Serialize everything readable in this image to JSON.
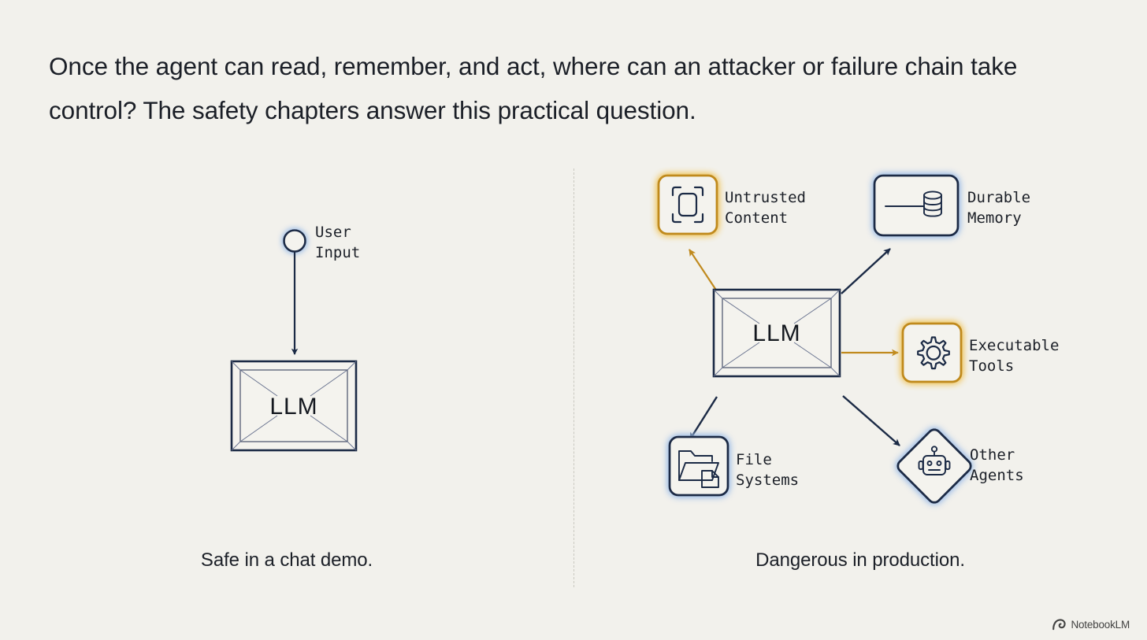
{
  "heading": {
    "text": "Once the agent can read, remember, and act, where can an attacker or failure chain take control? The safety chapters answer this practical question."
  },
  "colors": {
    "background": "#f2f1ec",
    "ink": "#1b2a45",
    "ink_text": "#1b1f27",
    "amber": "#c08a1e",
    "amber_glow": "#f0c45a",
    "blue_glow": "#9dbde8",
    "divider": "#c9c8c0"
  },
  "left_panel": {
    "name": "safe-chat-demo-diagram",
    "caption": "Safe in a chat demo.",
    "nodes": [
      {
        "id": "user-input",
        "label_line1": "User",
        "label_line2": "Input",
        "shape": "circle",
        "accent": "#1b2a45"
      },
      {
        "id": "llm",
        "label": "LLM",
        "shape": "frame-box",
        "accent": "#1b2a45"
      }
    ],
    "edges": [
      {
        "from": "user-input",
        "to": "llm",
        "color": "#1b2a45"
      }
    ]
  },
  "right_panel": {
    "name": "dangerous-production-diagram",
    "caption": "Dangerous in production.",
    "center": {
      "id": "llm",
      "label": "LLM",
      "shape": "frame-box",
      "accent": "#1b2a45"
    },
    "nodes": [
      {
        "id": "untrusted-content",
        "label_line1": "Untrusted",
        "label_line2": "Content",
        "icon": "scan-frame-icon",
        "shape": "rounded-square",
        "accent": "#c08a1e",
        "glow": "#f0c45a",
        "direction": "inbound"
      },
      {
        "id": "durable-memory",
        "label_line1": "Durable",
        "label_line2": "Memory",
        "icon": "database-icon",
        "shape": "rounded-rect",
        "accent": "#1b2a45",
        "glow": "#9dbde8",
        "direction": "outbound"
      },
      {
        "id": "executable-tools",
        "label_line1": "Executable",
        "label_line2": "Tools",
        "icon": "gear-icon",
        "shape": "rounded-square",
        "accent": "#c08a1e",
        "glow": "#f0c45a",
        "direction": "outbound"
      },
      {
        "id": "file-systems",
        "label_line1": "File",
        "label_line2": "Systems",
        "icon": "folder-document-icon",
        "shape": "rounded-square",
        "accent": "#1b2a45",
        "glow": "#9dbde8",
        "direction": "outbound"
      },
      {
        "id": "other-agents",
        "label_line1": "Other",
        "label_line2": "Agents",
        "icon": "robot-icon",
        "shape": "diamond",
        "accent": "#1b2a45",
        "glow": "#9dbde8",
        "direction": "outbound"
      }
    ],
    "edges": [
      {
        "from": "llm",
        "to": "untrusted-content",
        "color": "#c08a1e"
      },
      {
        "from": "llm",
        "to": "durable-memory",
        "color": "#1b2a45"
      },
      {
        "from": "llm",
        "to": "executable-tools",
        "color": "#c08a1e"
      },
      {
        "from": "llm",
        "to": "file-systems",
        "color": "#1b2a45"
      },
      {
        "from": "llm",
        "to": "other-agents",
        "color": "#1b2a45"
      }
    ]
  },
  "watermark": {
    "label": "NotebookLM",
    "icon": "notebooklm-logo-icon"
  }
}
